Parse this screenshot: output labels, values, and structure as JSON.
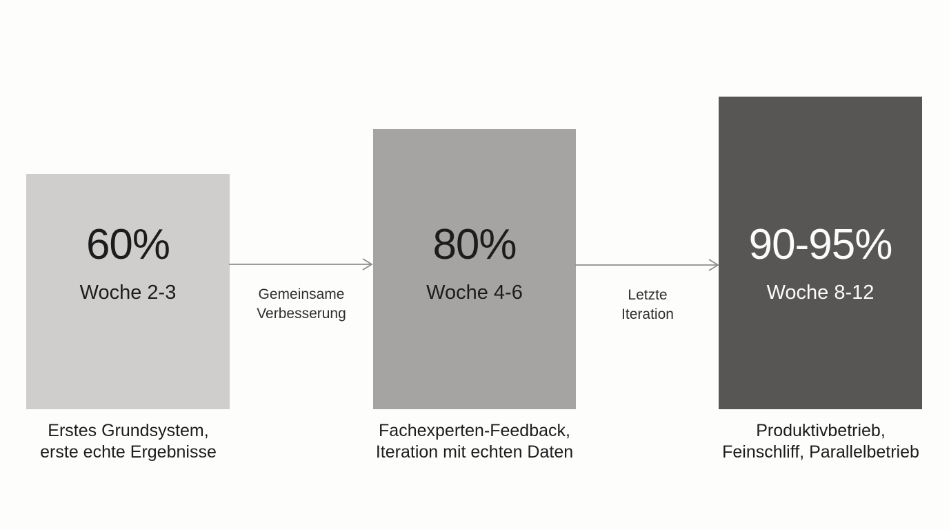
{
  "diagram": {
    "background_color": "#fdfdfc",
    "arrow_color": "#8d8d8d",
    "steps": [
      {
        "percent": "60%",
        "weeks": "Woche 2-3",
        "caption_line1": "Erstes Grundsystem,",
        "caption_line2": "erste echte Ergebnisse",
        "box_color": "#cfcecd",
        "text_color": "#1c1c1c"
      },
      {
        "percent": "80%",
        "weeks": "Woche 4-6",
        "caption_line1": "Fachexperten-Feedback,",
        "caption_line2": "Iteration mit echten Daten",
        "box_color": "#a5a4a2",
        "text_color": "#1c1c1c"
      },
      {
        "percent": "90-95%",
        "weeks": "Woche 8-12",
        "caption_line1": "Produktivbetrieb,",
        "caption_line2": "Feinschliff, Parallelbetrieb",
        "box_color": "#575655",
        "text_color": "#fbfbfb"
      }
    ],
    "arrows": [
      {
        "label_line1": "Gemeinsame",
        "label_line2": "Verbesserung"
      },
      {
        "label_line1": "Letzte",
        "label_line2": "Iteration"
      }
    ]
  }
}
